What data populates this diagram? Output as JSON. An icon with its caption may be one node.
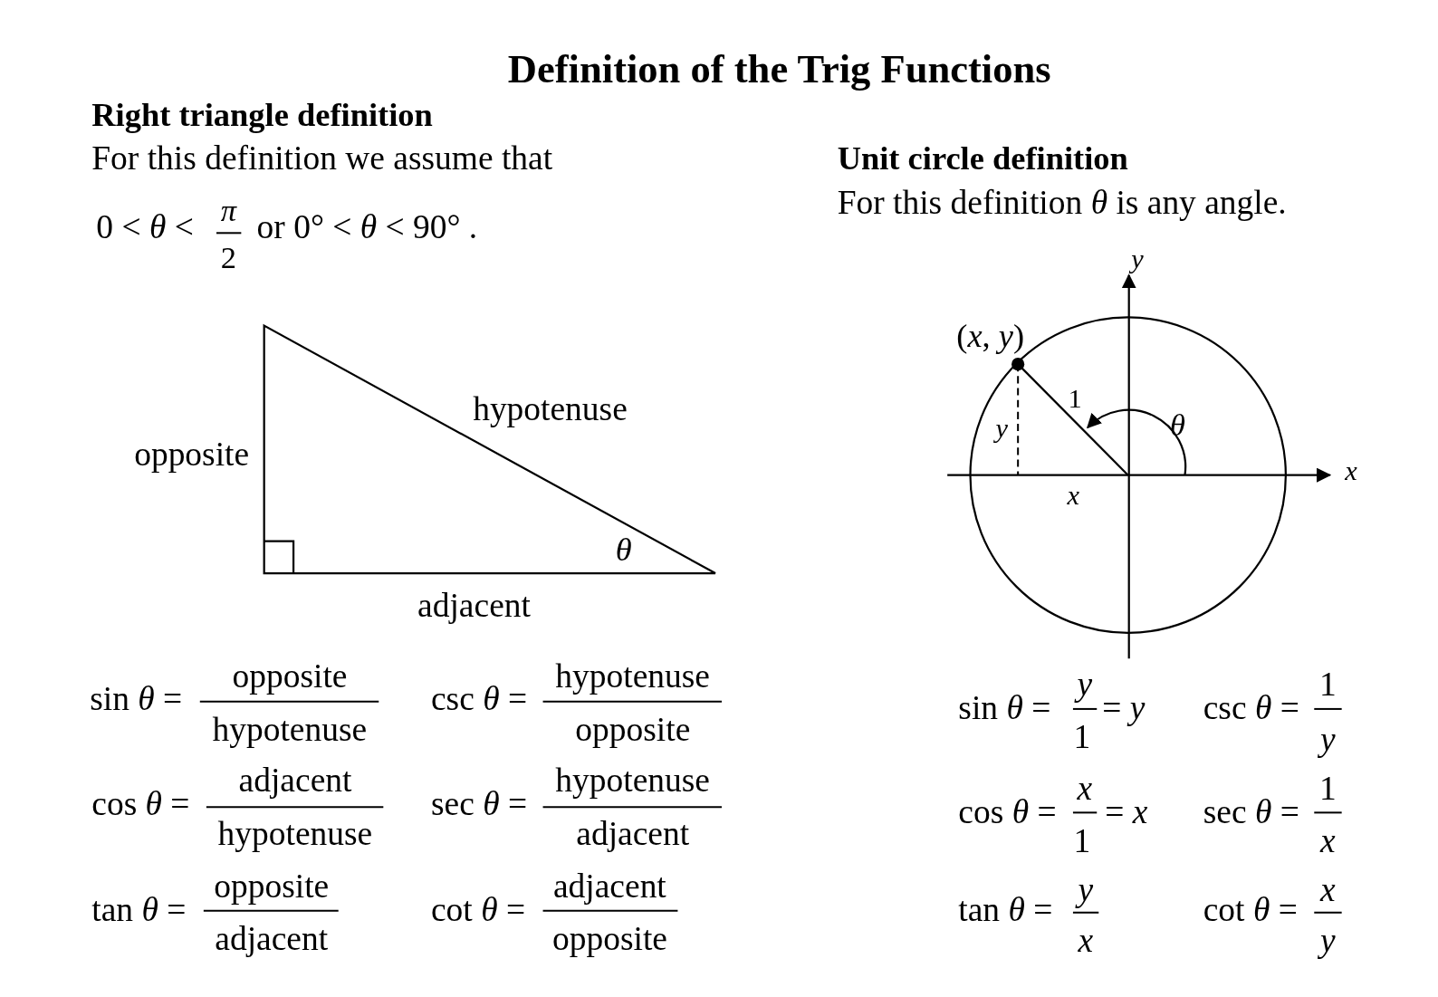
{
  "diagram": {
    "title": "Definition of the Trig Functions",
    "labels": [
      "Right triangle definition",
      "For this definition we assume that",
      "0 < *θ* <",
      "*π*",
      "2",
      "or 0° < *θ* < 90° .",
      "Unit circle definition",
      "For this definition  *θ*  is any angle.",
      "*y*",
      "(*x*, *y*)",
      "hypotenuse",
      "1",
      "*θ*",
      "*y*",
      "opposite",
      "*x*",
      "*x*",
      "*θ*",
      "adjacent",
      "sin *θ* =",
      "opposite",
      "hypotenuse",
      "csc *θ* =",
      "hypotenuse",
      "opposite",
      "sin *θ* =",
      "*y*",
      "1",
      "= *y*",
      "csc *θ* =",
      "1",
      "*y*",
      "cos *θ* =",
      "adjacent",
      "hypotenuse",
      "sec *θ* =",
      "hypotenuse",
      "adjacent",
      "cos *θ* =",
      "*x*",
      "1",
      "= *x*",
      "sec *θ* =",
      "1",
      "*x*",
      "tan *θ* =",
      "opposite",
      "adjacent",
      "cot *θ* =",
      "adjacent",
      "opposite",
      "tan *θ* =",
      "*y*",
      "*x*",
      "cot *θ* =",
      "*x*",
      "*y*"
    ]
  }
}
